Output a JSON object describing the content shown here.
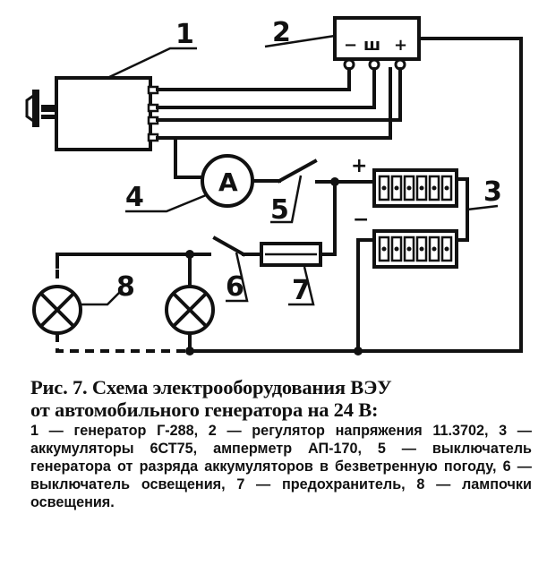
{
  "diagram": {
    "labels": {
      "generator": "1",
      "regulator": "2",
      "battery": "3",
      "ammeter_ref": "4",
      "gen_switch": "5",
      "light_switch": "6",
      "fuse": "7",
      "lamps": "8"
    },
    "regulator_terminals": {
      "minus": "−",
      "shunt": "ш",
      "plus": "+"
    },
    "ammeter_symbol": "A",
    "battery_polarity": {
      "plus": "+",
      "minus": "−"
    }
  },
  "caption": {
    "title_line1": "Рис. 7. Схема электрооборудования ВЭУ",
    "title_line2": "от автомобильного генератора на 24 В:",
    "body": "1 — генератор Г-288, 2 — регулятор напряжения 11.3702, 3 — аккумуляторы 6СТ75, амперметр АП-170, 5 — выключатель генератора от разряда аккумуляторов в безветренную погоду, 6 — выключатель освещения, 7 — предохранитель, 8 — лампочки освещения."
  }
}
